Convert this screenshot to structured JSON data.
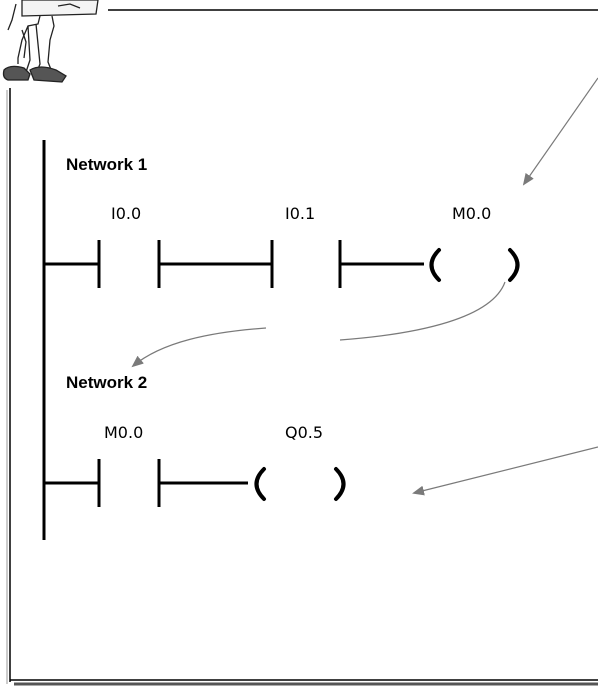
{
  "networks": [
    {
      "label": "Network 1",
      "contacts": [
        "I0.0",
        "I0.1"
      ],
      "coil": "M0.0"
    },
    {
      "label": "Network 2",
      "contacts": [
        "M0.0"
      ],
      "coil": "Q0.5"
    }
  ],
  "colors": {
    "line": "#000000",
    "annotation_arrow": "#7a7a7a",
    "frame_shadow": "#555555"
  },
  "icons": [
    "cartoon-presenter-icon"
  ]
}
